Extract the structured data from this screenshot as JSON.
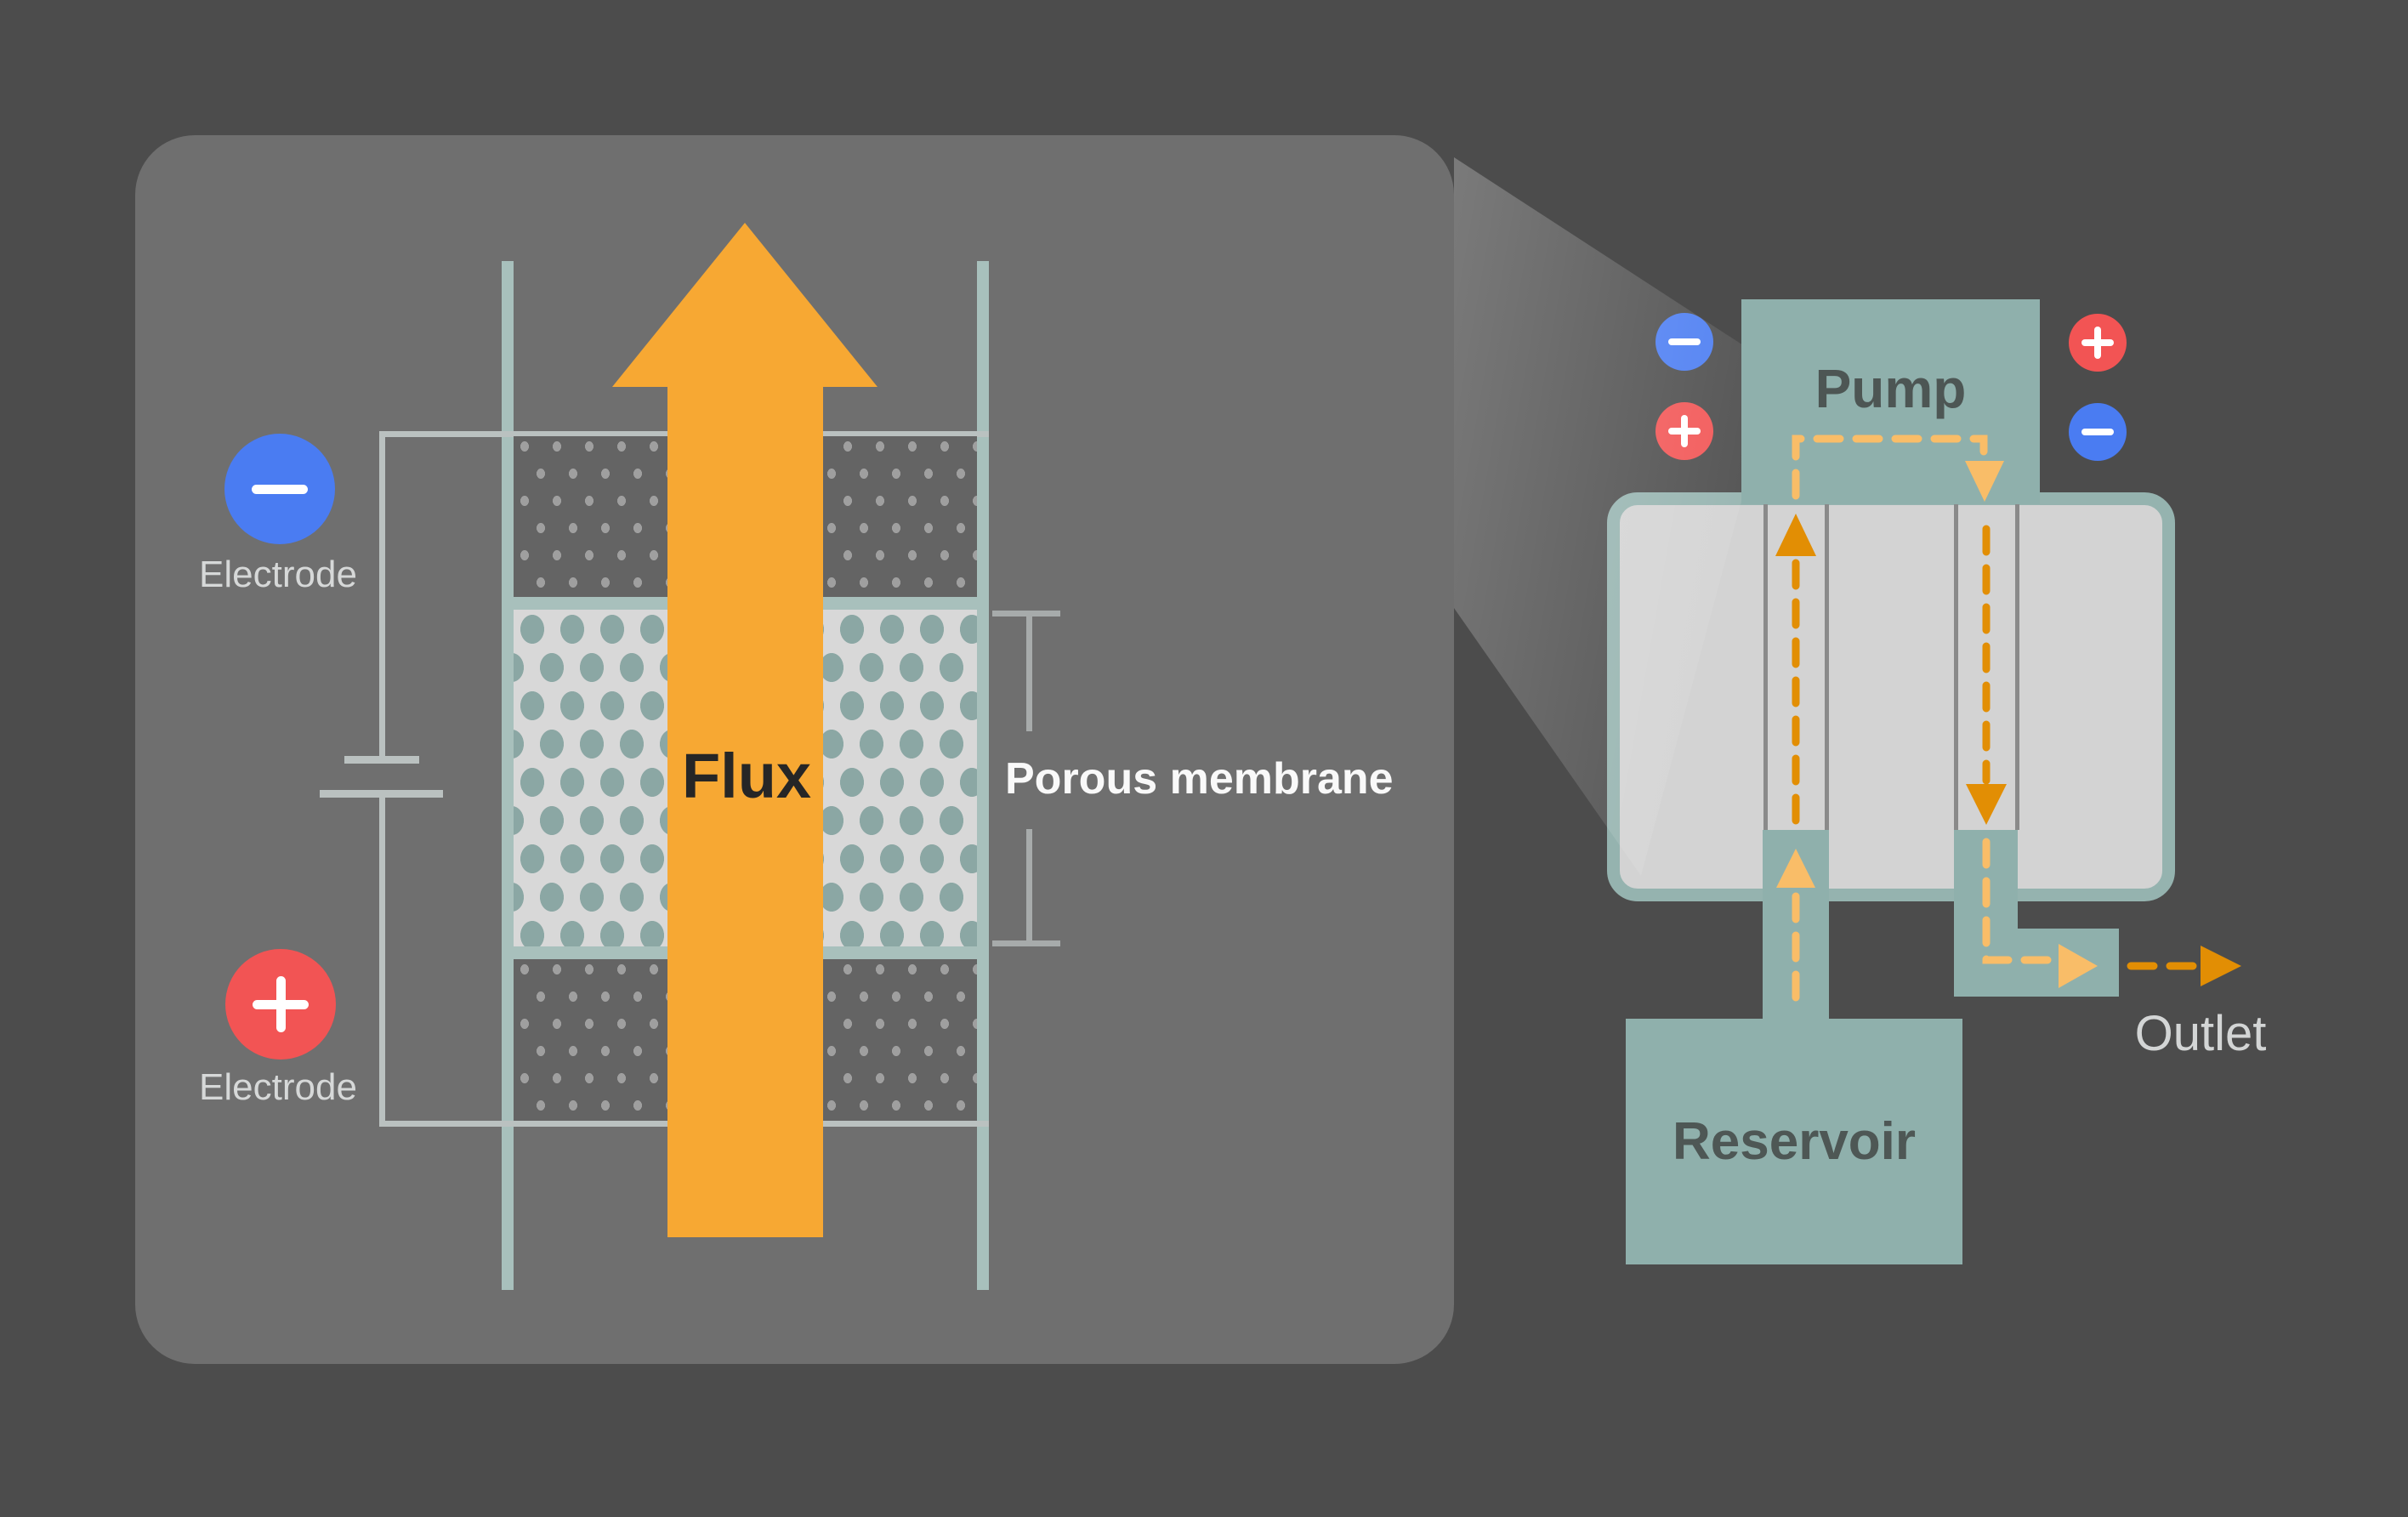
{
  "left_panel": {
    "flux_label": "Flux",
    "membrane_label": "Porous membrane",
    "electrode_top": {
      "label": "Electrode",
      "sign": "minus"
    },
    "electrode_bottom": {
      "label": "Electrode",
      "sign": "plus"
    }
  },
  "right_diagram": {
    "pump_label": "Pump",
    "reservoir_label": "Reservoir",
    "outlet_label": "Outlet",
    "terminals": {
      "left_of_pump": [
        "minus",
        "plus"
      ],
      "right_of_pump": [
        "plus",
        "minus"
      ]
    }
  },
  "icons": {
    "minus": "minus-icon",
    "plus": "plus-icon",
    "flow_up_arrow": "arrow-up-icon",
    "flow_down_arrow": "arrow-down-icon",
    "flow_right_arrow": "arrow-right-icon",
    "flux_arrow": "arrow-up-icon"
  },
  "colors": {
    "background": "#4c4c4c",
    "panel": "#6f6f6f",
    "tube_wall_teal": "#a8c0bc",
    "electrode_section_fill": "#646464",
    "electrode_section_dot": "#9f9f9f",
    "membrane_fill": "#d8d8d8",
    "membrane_dot": "#8ba7a4",
    "flux_arrow_orange": "#f7a833",
    "wire_gray": "#bac1c0",
    "electrode_blue": "#4a7cf2",
    "electrode_red": "#f25454",
    "diagram_teal": "#8fb0ac",
    "body_fill": "#d3d3d3",
    "body_border": "#95b3af",
    "flow_light": "#f9bd68",
    "flow_dark": "#e28e04",
    "label_light": "#d6d8d8",
    "membrane_label_white": "#f9f9f9",
    "pump_text": "#4d5654",
    "outlet_text": "#d3d5d5"
  }
}
